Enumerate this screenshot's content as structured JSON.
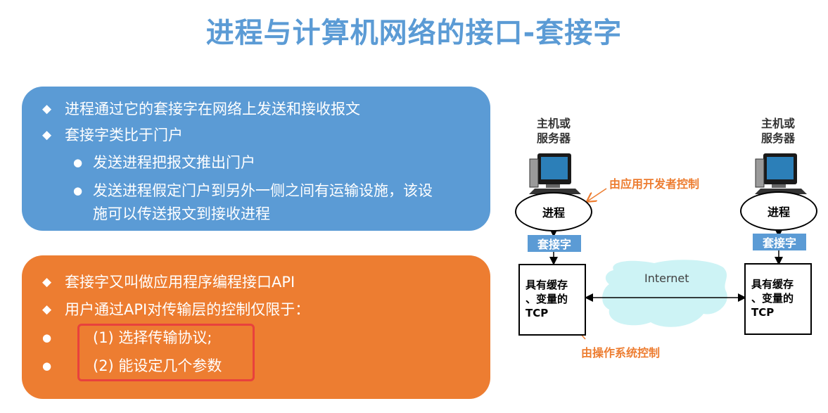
{
  "title": "进程与计算机网络的接口-套接字",
  "blue_panel": {
    "bullets": [
      "进程通过它的套接字在网络上发送和接收报文",
      "套接字类比于门户"
    ],
    "sub_bullets": [
      "发送进程把报文推出门户",
      "发送进程假定门户到另外一侧之间有运输设施，该设",
      "施可以传送报文到接收进程"
    ]
  },
  "orange_panel": {
    "bullets": [
      "套接字又叫做应用程序编程接口API",
      "用户通过API对传输层的控制仅限于："
    ],
    "items": [
      "(1) 选择传输协议;",
      "(2) 能设定几个参数"
    ]
  },
  "diagram": {
    "left_host": [
      "主机或",
      "服务器"
    ],
    "right_host": [
      "主机或",
      "服务器"
    ],
    "process_label": "进程",
    "socket_label": "套接字",
    "tcp_lines": [
      "具有缓存",
      "、变量的",
      "TCP"
    ],
    "internet_label": "Internet",
    "annot_app": "由应用开发者控制",
    "annot_os": "由操作系统控制"
  },
  "colors": {
    "title": "#5b9bd5",
    "blue_panel": "#5b9bd5",
    "orange_panel": "#ed7d31",
    "highlight_box": "#e8413d",
    "cloud": "#cdf3f5",
    "annotation": "#ed7d31"
  }
}
